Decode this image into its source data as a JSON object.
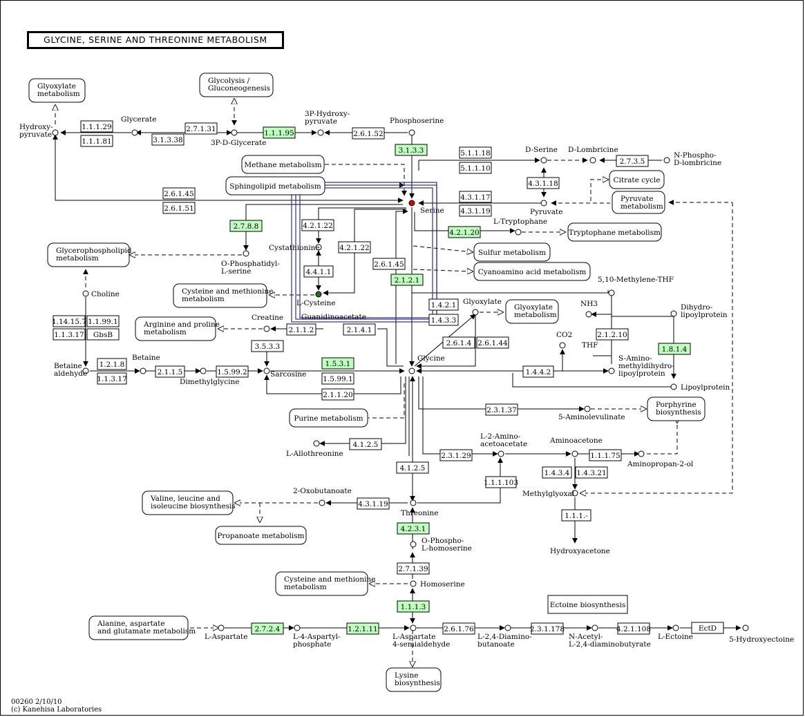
{
  "title": "GLYCINE, SERINE AND THREONINE METABOLISM",
  "footer": {
    "id_date": "00260 2/10/10",
    "copyright": "(c) Kanehisa Laboratories"
  },
  "enzymes": [
    {
      "id": "e1",
      "label": "1.1.1.29",
      "green": false
    },
    {
      "id": "e2",
      "label": "1.1.1.81",
      "green": false
    },
    {
      "id": "e3",
      "label": "2.7.1.31",
      "green": false
    },
    {
      "id": "e4",
      "label": "3.1.3.38",
      "green": false
    },
    {
      "id": "e5",
      "label": "1.1.1.95",
      "green": true
    },
    {
      "id": "e6",
      "label": "2.6.1.52",
      "green": false
    },
    {
      "id": "e7",
      "label": "3.1.3.3",
      "green": true
    },
    {
      "id": "e8",
      "label": "5.1.1.18",
      "green": false
    },
    {
      "id": "e9",
      "label": "5.1.1.10",
      "green": false
    },
    {
      "id": "e10",
      "label": "4.3.1.18",
      "green": false
    },
    {
      "id": "e11",
      "label": "2.7.3.5",
      "green": false
    },
    {
      "id": "e12",
      "label": "2.6.1.45",
      "green": false
    },
    {
      "id": "e13",
      "label": "2.6.1.51",
      "green": false
    },
    {
      "id": "e14",
      "label": "4.3.1.17",
      "green": false
    },
    {
      "id": "e15",
      "label": "4.3.1.19",
      "green": false
    },
    {
      "id": "e16",
      "label": "2.7.8.8",
      "green": true
    },
    {
      "id": "e17",
      "label": "4.2.1.22",
      "green": false
    },
    {
      "id": "e18",
      "label": "4.2.1.22",
      "green": false
    },
    {
      "id": "e19",
      "label": "4.2.1.20",
      "green": true
    },
    {
      "id": "e20",
      "label": "4.4.1.1",
      "green": false
    },
    {
      "id": "e21",
      "label": "2.6.1.45",
      "green": false
    },
    {
      "id": "e22",
      "label": "2.1.2.1",
      "green": true
    },
    {
      "id": "e23",
      "label": "1.4.2.1",
      "green": false
    },
    {
      "id": "e24",
      "label": "1.4.3.3",
      "green": false
    },
    {
      "id": "e25",
      "label": "1.14.15.7",
      "green": false
    },
    {
      "id": "e26",
      "label": "1.1.99.1",
      "green": false
    },
    {
      "id": "e27",
      "label": "1.1.3.17",
      "green": false
    },
    {
      "id": "e28",
      "label": "GbsB",
      "green": false
    },
    {
      "id": "e29",
      "label": "2.1.1.2",
      "green": false
    },
    {
      "id": "e30",
      "label": "2.1.4.1",
      "green": false
    },
    {
      "id": "e31",
      "label": "3.5.3.3",
      "green": false
    },
    {
      "id": "e32",
      "label": "2.6.1.4",
      "green": false
    },
    {
      "id": "e33",
      "label": "2.6.1.44",
      "green": false
    },
    {
      "id": "e34",
      "label": "2.1.2.10",
      "green": false
    },
    {
      "id": "e35",
      "label": "1.8.1.4",
      "green": true
    },
    {
      "id": "e36",
      "label": "1.2.1.8",
      "green": false
    },
    {
      "id": "e37",
      "label": "1.1.3.17",
      "green": false
    },
    {
      "id": "e38",
      "label": "2.1.1.5",
      "green": false
    },
    {
      "id": "e39",
      "label": "1.5.99.2",
      "green": false
    },
    {
      "id": "e40",
      "label": "1.5.3.1",
      "green": true
    },
    {
      "id": "e41",
      "label": "1.5.99.1",
      "green": false
    },
    {
      "id": "e42",
      "label": "2.1.1.20",
      "green": false
    },
    {
      "id": "e43",
      "label": "1.4.4.2",
      "green": false
    },
    {
      "id": "e44",
      "label": "2.3.1.37",
      "green": false
    },
    {
      "id": "e45",
      "label": "4.1.2.5",
      "green": false
    },
    {
      "id": "e46",
      "label": "4.1.2.5",
      "green": false
    },
    {
      "id": "e47",
      "label": "2.3.1.29",
      "green": false
    },
    {
      "id": "e48",
      "label": "1.1.1.103",
      "green": false
    },
    {
      "id": "e49",
      "label": "1.1.1.75",
      "green": false
    },
    {
      "id": "e50",
      "label": "1.4.3.4",
      "green": false
    },
    {
      "id": "e51",
      "label": "1.4.3.21",
      "green": false
    },
    {
      "id": "e52",
      "label": "4.3.1.19",
      "green": false
    },
    {
      "id": "e53",
      "label": "4.2.3.1",
      "green": true
    },
    {
      "id": "e54",
      "label": "1.1.1.-",
      "green": false
    },
    {
      "id": "e55",
      "label": "2.7.1.39",
      "green": false
    },
    {
      "id": "e56",
      "label": "1.1.1.3",
      "green": true
    },
    {
      "id": "e57",
      "label": "2.7.2.4",
      "green": true
    },
    {
      "id": "e58",
      "label": "1.2.1.11",
      "green": true
    },
    {
      "id": "e59",
      "label": "2.6.1.76",
      "green": false
    },
    {
      "id": "e60",
      "label": "2.3.1.178",
      "green": false
    },
    {
      "id": "e61",
      "label": "4.2.1.108",
      "green": false
    },
    {
      "id": "e62",
      "label": "EctD",
      "green": false
    }
  ],
  "maps": [
    {
      "id": "m1",
      "lines": [
        "Glyoxylate",
        "metabolism"
      ]
    },
    {
      "id": "m2",
      "lines": [
        "Glycolysis /",
        "Gluconeogenesis"
      ]
    },
    {
      "id": "m3",
      "lines": [
        "Methane metabolism"
      ]
    },
    {
      "id": "m4",
      "lines": [
        "Sphingolipid metabolism"
      ]
    },
    {
      "id": "m5",
      "lines": [
        "Citrate cycle"
      ]
    },
    {
      "id": "m6",
      "lines": [
        "Pyruvate",
        "metabolism"
      ]
    },
    {
      "id": "m7",
      "lines": [
        "Tryptophane metabolism"
      ]
    },
    {
      "id": "m8",
      "lines": [
        "Glycerophospholipid",
        "metabolism"
      ]
    },
    {
      "id": "m9",
      "lines": [
        "Sulfur metabolism"
      ]
    },
    {
      "id": "m10",
      "lines": [
        "Cyanoamino acid metabolism"
      ]
    },
    {
      "id": "m11",
      "lines": [
        "Cysteine and methionine",
        "metabolism"
      ]
    },
    {
      "id": "m12",
      "lines": [
        "Glyoxylate",
        "metabolism"
      ]
    },
    {
      "id": "m13",
      "lines": [
        "Arginine and proline",
        "metabolism"
      ]
    },
    {
      "id": "m14",
      "lines": [
        "Purine metabolism"
      ]
    },
    {
      "id": "m15",
      "lines": [
        "Porphyrine",
        "biosynthesis"
      ]
    },
    {
      "id": "m16",
      "lines": [
        "Valine, leucine and",
        "isoleucine biosynthesis"
      ]
    },
    {
      "id": "m17",
      "lines": [
        "Propanoate metabolism"
      ]
    },
    {
      "id": "m18",
      "lines": [
        "Cysteine and methionine",
        "metabolism"
      ]
    },
    {
      "id": "m19",
      "lines": [
        "Alanine, aspartate",
        "and glutamate metabolism"
      ]
    },
    {
      "id": "m20",
      "lines": [
        "Lysine",
        "biosynthesis"
      ]
    }
  ],
  "plain_boxes": [
    {
      "id": "p1",
      "lines": [
        "Ectoine biosynthesis"
      ]
    }
  ],
  "compounds": [
    {
      "id": "c1",
      "lines": [
        "Hydroxy-",
        "pyruvate"
      ]
    },
    {
      "id": "c2",
      "lines": [
        "Glycerate"
      ]
    },
    {
      "id": "c3",
      "lines": [
        "3P-D-Glycerate"
      ]
    },
    {
      "id": "c4",
      "lines": [
        "3P-Hydroxy-",
        "pyruvate"
      ]
    },
    {
      "id": "c5",
      "lines": [
        "Phosphoserine"
      ]
    },
    {
      "id": "c6",
      "lines": [
        "D-Serine"
      ]
    },
    {
      "id": "c7",
      "lines": [
        "D-Lombricine"
      ]
    },
    {
      "id": "c8",
      "lines": [
        "N-Phospho-",
        "D-lombricine"
      ]
    },
    {
      "id": "c9",
      "lines": [
        "Serine"
      ]
    },
    {
      "id": "c10",
      "lines": [
        "Pyruvate"
      ]
    },
    {
      "id": "c11",
      "lines": [
        "L-Tryptophane"
      ]
    },
    {
      "id": "c12",
      "lines": [
        "Cystathionine"
      ]
    },
    {
      "id": "c13",
      "lines": [
        "O-Phosphatidyl-",
        "L-serine"
      ]
    },
    {
      "id": "c14",
      "lines": [
        "L-Cysteine"
      ]
    },
    {
      "id": "c15",
      "lines": [
        "5,10-Methylene-THF"
      ]
    },
    {
      "id": "c16",
      "lines": [
        "Choline"
      ]
    },
    {
      "id": "c17",
      "lines": [
        "Creatine"
      ]
    },
    {
      "id": "c18",
      "lines": [
        "Guanidinoacetate"
      ]
    },
    {
      "id": "c19",
      "lines": [
        "Glyoxylate"
      ]
    },
    {
      "id": "c20",
      "lines": [
        "NH3"
      ]
    },
    {
      "id": "c21",
      "lines": [
        "Dihydro-",
        "lipoylprotein"
      ]
    },
    {
      "id": "c22",
      "lines": [
        "CO2"
      ]
    },
    {
      "id": "c23",
      "lines": [
        "THF"
      ]
    },
    {
      "id": "c24",
      "lines": [
        "Betaine",
        "aldehyde"
      ]
    },
    {
      "id": "c25",
      "lines": [
        "Betaine"
      ]
    },
    {
      "id": "c26",
      "lines": [
        "Dimethylglycine"
      ]
    },
    {
      "id": "c27",
      "lines": [
        "Sarcosine"
      ]
    },
    {
      "id": "c28",
      "lines": [
        "Glycine"
      ]
    },
    {
      "id": "c29",
      "lines": [
        "S-Amino-",
        "methyldihydro-",
        "lipoylprotein"
      ]
    },
    {
      "id": "c30",
      "lines": [
        "Lipoylprotein"
      ]
    },
    {
      "id": "c31",
      "lines": [
        "5-Aminolevulinate"
      ]
    },
    {
      "id": "c32",
      "lines": [
        "L-Allothreonine"
      ]
    },
    {
      "id": "c33",
      "lines": [
        "L-2-Amino-",
        "acetoacetate"
      ]
    },
    {
      "id": "c34",
      "lines": [
        "Aminoacetone"
      ]
    },
    {
      "id": "c35",
      "lines": [
        "Aminopropan-2-ol"
      ]
    },
    {
      "id": "c36",
      "lines": [
        "Methylglyoxal"
      ]
    },
    {
      "id": "c37",
      "lines": [
        "2-Oxobutanoate"
      ]
    },
    {
      "id": "c38",
      "lines": [
        "Threonine"
      ]
    },
    {
      "id": "c39",
      "lines": [
        "O-Phospho-",
        "L-homoserine"
      ]
    },
    {
      "id": "c40",
      "lines": [
        "Hydroxyacetone"
      ]
    },
    {
      "id": "c41",
      "lines": [
        "Homoserine"
      ]
    },
    {
      "id": "c42",
      "lines": [
        "L-Aspartate"
      ]
    },
    {
      "id": "c43",
      "lines": [
        "L-4-Aspartyl-",
        "phosphate"
      ]
    },
    {
      "id": "c44",
      "lines": [
        "L-Aspartate",
        "4-semialdehyde"
      ]
    },
    {
      "id": "c45",
      "lines": [
        "L-2,4-Diamino-",
        "butanoate"
      ]
    },
    {
      "id": "c46",
      "lines": [
        "N-Acetyl-",
        "L-2,4-diaminobutyrate"
      ]
    },
    {
      "id": "c47",
      "lines": [
        "L-Ectoine"
      ]
    },
    {
      "id": "c48",
      "lines": [
        "5-Hydroxyectoine"
      ]
    }
  ]
}
